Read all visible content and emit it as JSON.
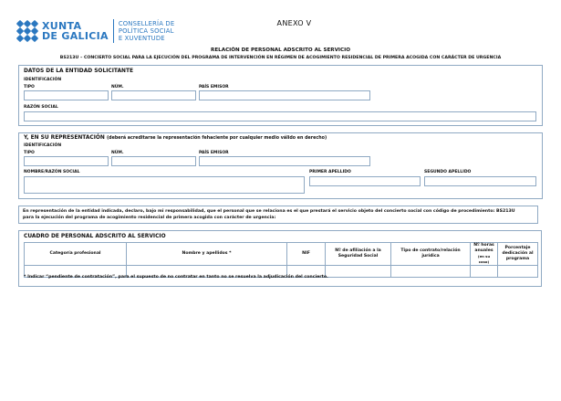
{
  "logo": {
    "name_line1": "XUNTA",
    "name_line2": "DE GALICIA",
    "dept_line1": "CONSELLERÍA DE",
    "dept_line2": "POLÍTICA SOCIAL",
    "dept_line3": "E XUVENTUDE",
    "color": "#2b78c0"
  },
  "header": {
    "annex": "ANEXO V",
    "title": "RELACIÓN DE PERSONAL ADSCRITO AL SERVICIO",
    "subtitle": "BS213U – CONCIERTO SOCIAL PARA LA EJECUCIÓN DEL PROGRAMA DE INTERVENCIÓN EN RÉGIMEN DE ACOGIMIENTO RESIDENCIAL DE PRIMERA ACOGIDA CON CARÁCTER DE URGENCIA"
  },
  "applicant": {
    "title": "DATOS DE LA ENTIDAD SOLICITANTE",
    "identification": "IDENTIFICACIÓN",
    "type_label": "TIPO",
    "number_label": "NÚM.",
    "country_label": "PAÍS EMISOR",
    "business_name_label": "RAZÓN SOCIAL"
  },
  "representative": {
    "title": "Y, EN SU REPRESENTACIÓN",
    "note": "(deberá acreditarse la representación fehaciente por cualquier medio válido en derecho)",
    "identification": "IDENTIFICACIÓN",
    "type_label": "TIPO",
    "number_label": "NÚM.",
    "country_label": "PAÍS EMISOR",
    "name_label": "NOMBRE/RAZÓN SOCIAL",
    "first_surname_label": "PRIMER APELLIDO",
    "second_surname_label": "SEGUNDO APELLIDO"
  },
  "declaration": {
    "line1": "En representación de la entidad indicada, declaro, bajo mi responsabilidad, que el personal que se relaciona es el que prestará el servicio objeto del concierto social con código de procedimiento: BS213U",
    "line2": "para la ejecución del programa de acogimiento residencial de primera acogida con carácter de urgencia:"
  },
  "staff": {
    "title": "CUADRO DE PERSONAL ADSCRITO AL SERVICIO",
    "col_category": "Categoría profesional",
    "col_name": "Nombre y apellidos *",
    "col_nif": "NIF",
    "col_affiliation_1": "Nº de afiliación a la",
    "col_affiliation_2": "Seguridad Social",
    "col_contract_1": "Tipo de contrato/relación",
    "col_contract_2": "jurídica",
    "col_hours_1": "Nº horas",
    "col_hours_2": "anuales",
    "col_hours_3": "(en su caso)",
    "col_dedication_1": "Porcentaje",
    "col_dedication_2": "dedicación al",
    "col_dedication_3": "programa",
    "footnote": "* Indicar “pendiente de contratación”, para el supuesto de no contratar en tanto no se resuelva la adjudicación del concierto."
  }
}
